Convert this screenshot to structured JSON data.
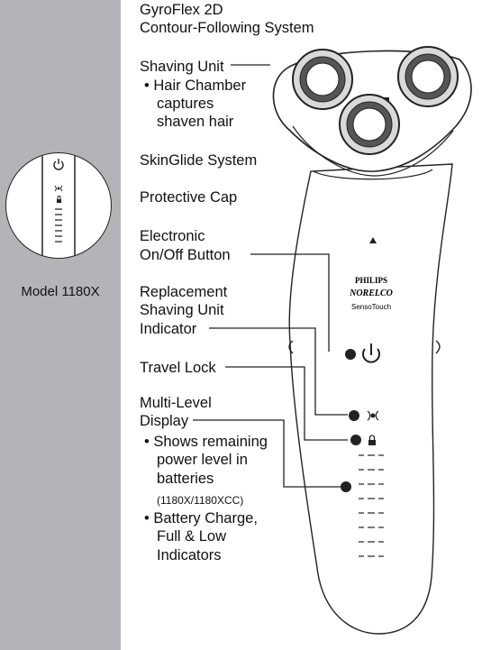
{
  "header": {
    "line1": "GyroFlex 2D",
    "line2": "Contour-Following System"
  },
  "labels": {
    "shaving_unit": "Shaving Unit",
    "hair_chamber": [
      "• Hair Chamber",
      "captures",
      "shaven hair"
    ],
    "skinglide": "SkinGlide System",
    "protective_cap": "Protective Cap",
    "on_off": [
      "Electronic",
      "On/Off Button"
    ],
    "replacement": [
      "Replacement",
      "Shaving Unit",
      "Indicator"
    ],
    "travel_lock": "Travel Lock",
    "multilevel": [
      "Multi-Level",
      "Display"
    ],
    "shows": [
      "• Shows remaining",
      "power level in",
      "batteries"
    ],
    "model_note": "(1180X/1180XCC)",
    "battery": [
      "• Battery Charge,",
      "Full & Low",
      "Indicators"
    ]
  },
  "sidebar": {
    "model": "Model 1180X"
  },
  "shaver": {
    "brand": "PHILIPS",
    "sub_brand": "NORELCO",
    "product": "SensoTouch"
  },
  "colors": {
    "sidebar_bg": "#b3b4b7",
    "line": "#222222"
  },
  "icons": [
    "power-icon",
    "replace-indicator-icon",
    "lock-icon",
    "battery-level-icon"
  ]
}
